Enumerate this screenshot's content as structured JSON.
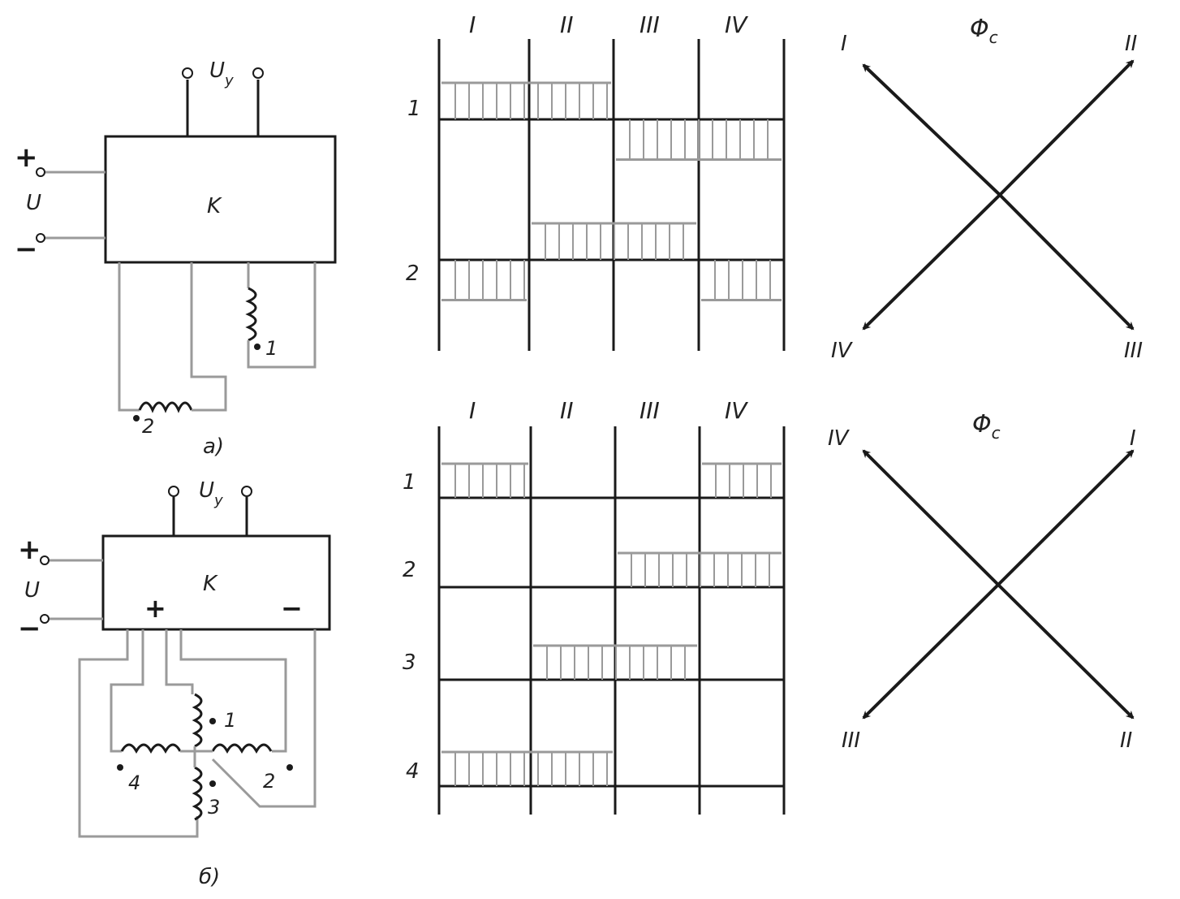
{
  "colors": {
    "ink": "#1a1a1a",
    "wire": "#9a9a9a",
    "paper": "#ffffff"
  },
  "circuit_a": {
    "block_label": "K",
    "control_label": "U",
    "control_sub": "y",
    "supply_label": "U",
    "plus": "+",
    "minus": "−",
    "winding_1": "1",
    "winding_2": "2",
    "caption": "а)"
  },
  "circuit_b": {
    "block_label": "K",
    "control_label": "U",
    "control_sub": "y",
    "supply_label": "U",
    "plus": "+",
    "minus": "−",
    "out_plus": "+",
    "out_minus": "−",
    "winding_1": "1",
    "winding_2": "2",
    "winding_3": "3",
    "winding_4": "4",
    "caption": "б)"
  },
  "timing_a": {
    "columns": [
      "I",
      "II",
      "III",
      "IV"
    ],
    "rows": [
      "1",
      "2"
    ],
    "pulses": [
      {
        "row": 1,
        "from": 0,
        "to": 2,
        "dir": "up"
      },
      {
        "row": 1,
        "from": 2,
        "to": 4,
        "dir": "down"
      },
      {
        "row": 2,
        "from": 1,
        "to": 3,
        "dir": "up"
      },
      {
        "row": 2,
        "from": 0,
        "to": 1,
        "dir": "down"
      },
      {
        "row": 2,
        "from": 3,
        "to": 4,
        "dir": "down"
      }
    ]
  },
  "timing_b": {
    "columns": [
      "I",
      "II",
      "III",
      "IV"
    ],
    "rows": [
      "1",
      "2",
      "3",
      "4"
    ],
    "pulses": [
      {
        "row": 1,
        "from": 0,
        "to": 1,
        "dir": "up"
      },
      {
        "row": 1,
        "from": 3,
        "to": 4,
        "dir": "up"
      },
      {
        "row": 2,
        "from": 2,
        "to": 4,
        "dir": "up"
      },
      {
        "row": 3,
        "from": 1,
        "to": 3,
        "dir": "up"
      },
      {
        "row": 4,
        "from": 0,
        "to": 2,
        "dir": "up"
      }
    ]
  },
  "vector_a": {
    "title": "Φ",
    "title_sub": "c",
    "top_left": "I",
    "top_right": "II",
    "bottom_right": "III",
    "bottom_left": "IV"
  },
  "vector_b": {
    "title": "Φ",
    "title_sub": "c",
    "top_left": "IV",
    "top_right": "I",
    "bottom_right": "II",
    "bottom_left": "III"
  }
}
